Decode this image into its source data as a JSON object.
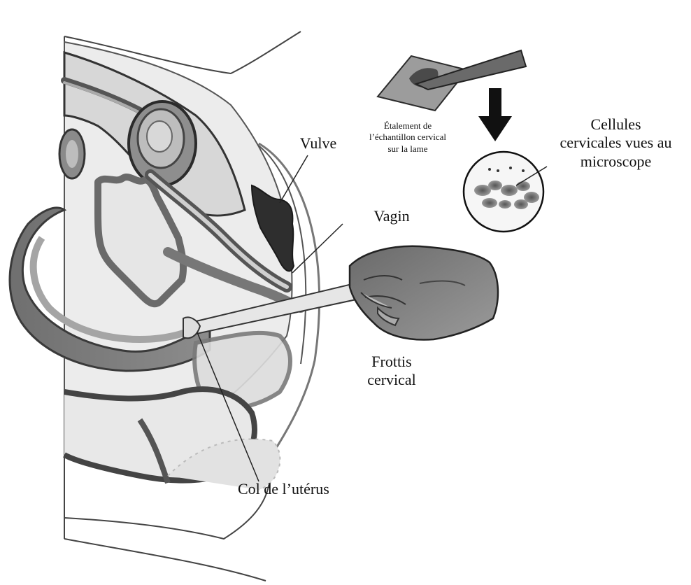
{
  "labels": {
    "vulve": "Vulve",
    "vagin": "Vagin",
    "frottis": "Frottis\ncervical",
    "col": "Col de l’utérus",
    "etalement": "Étalement de\nl’échantillon cervical\nsur la lame",
    "cellules": "Cellules\ncervicales vues au\nmicroscope"
  }
}
